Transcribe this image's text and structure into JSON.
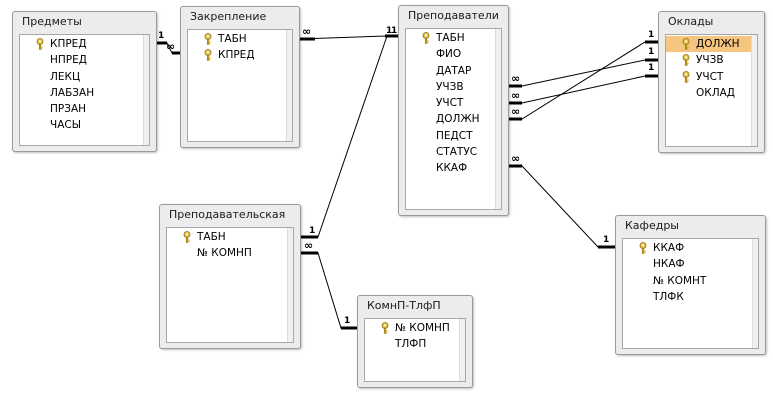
{
  "tables": {
    "predmety": {
      "title": "Предметы",
      "fields": [
        {
          "name": "КПРЕД",
          "key": true
        },
        {
          "name": "НПРЕД",
          "key": false
        },
        {
          "name": "ЛЕКЦ",
          "key": false
        },
        {
          "name": "ЛАБЗАН",
          "key": false
        },
        {
          "name": "ПРЗАН",
          "key": false
        },
        {
          "name": "ЧАСЫ",
          "key": false
        }
      ]
    },
    "zakreplenie": {
      "title": "Закрепление",
      "fields": [
        {
          "name": "ТАБН",
          "key": true
        },
        {
          "name": "КПРЕД",
          "key": true
        }
      ]
    },
    "prepodavateli": {
      "title": "Преподаватели",
      "fields": [
        {
          "name": "ТАБН",
          "key": true
        },
        {
          "name": "ФИО",
          "key": false
        },
        {
          "name": "ДАТАР",
          "key": false
        },
        {
          "name": "УЧЗВ",
          "key": false
        },
        {
          "name": "УЧСТ",
          "key": false
        },
        {
          "name": "ДОЛЖН",
          "key": false
        },
        {
          "name": "ПЕДСТ",
          "key": false
        },
        {
          "name": "СТАТУС",
          "key": false
        },
        {
          "name": "ККАФ",
          "key": false
        }
      ]
    },
    "oklady": {
      "title": "Оклады",
      "fields": [
        {
          "name": "ДОЛЖН",
          "key": true,
          "selected": true
        },
        {
          "name": "УЧЗВ",
          "key": true
        },
        {
          "name": "УЧСТ",
          "key": true
        },
        {
          "name": "ОКЛАД",
          "key": false
        }
      ]
    },
    "prepodavatelskaya": {
      "title": "Преподавательская",
      "fields": [
        {
          "name": "ТАБН",
          "key": true
        },
        {
          "name": "№ КОМНП",
          "key": false
        }
      ]
    },
    "komnp_tlfp": {
      "title": "КомнП-ТлфП",
      "fields": [
        {
          "name": "№ КОМНП",
          "key": true
        },
        {
          "name": "ТЛФП",
          "key": false
        }
      ]
    },
    "kafedry": {
      "title": "Кафедры",
      "fields": [
        {
          "name": "ККАФ",
          "key": true
        },
        {
          "name": "НКАФ",
          "key": false
        },
        {
          "name": "№ КОМНТ",
          "key": false
        },
        {
          "name": "ТЛФК",
          "key": false
        }
      ]
    }
  },
  "relationships": [
    {
      "from": "predmety.КПРЕД",
      "to": "zakreplenie.КПРЕД",
      "one_label": "1",
      "many_label": "∞"
    },
    {
      "from": "prepodavateli.ТАБН",
      "to": "zakreplenie.ТАБН",
      "one_label": "1",
      "many_label": "∞"
    },
    {
      "from": "prepodavateli.ТАБН",
      "to": "prepodavatelskaya.ТАБН",
      "one_label": "1",
      "many_label": "1"
    },
    {
      "from": "oklady.ДОЛЖН",
      "to": "prepodavateli.ДОЛЖН",
      "one_label": "1",
      "many_label": "∞"
    },
    {
      "from": "oklady.УЧЗВ",
      "to": "prepodavateli.УЧЗВ",
      "one_label": "1",
      "many_label": "∞"
    },
    {
      "from": "oklady.УЧСТ",
      "to": "prepodavateli.УЧСТ",
      "one_label": "1",
      "many_label": "∞"
    },
    {
      "from": "kafedry.ККАФ",
      "to": "prepodavateli.ККАФ",
      "one_label": "1",
      "many_label": "∞"
    },
    {
      "from": "komnp_tlfp.№ КОМНП",
      "to": "prepodavatelskaya.№ КОМНП",
      "one_label": "1",
      "many_label": "∞"
    }
  ],
  "colors": {
    "selected_field": "#f6c680",
    "key_icon": "#c9a21a",
    "line": "#000000"
  }
}
